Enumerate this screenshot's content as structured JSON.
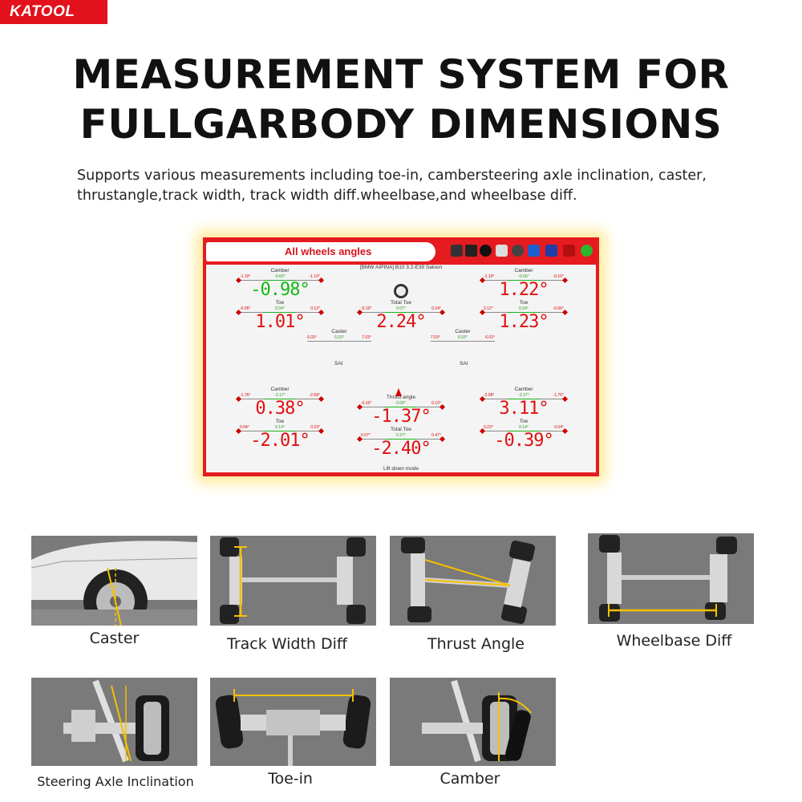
{
  "brand": {
    "name": "KATOOL",
    "color": "#e2111c"
  },
  "headline": {
    "line1": "MEASUREMENT SYSTEM FOR",
    "line2": "FULLGARBODY DIMENSIONS"
  },
  "subtext": {
    "line1": "Supports various measurements including toe-in, cambersteering axle inclination, caster,",
    "line2": "thrustangle,track width, track width diff.wheelbase,and wheelbase diff."
  },
  "screen": {
    "tab_title": "All wheels angles",
    "vehicle": "[BMW AIPINA] B10 3.2-E39 Saloon",
    "mode": "Lift down mode",
    "icons": [
      "steering-icon",
      "lift-icon",
      "wheel-icon",
      "sensor-icon",
      "steering-wheel-icon",
      "car-blue-icon",
      "car-side-icon",
      "car-red-icon",
      "check-icon"
    ],
    "front_left": {
      "camber_label": "Camber",
      "camber_min": "-1.10°",
      "camber_nom": "-0.60°",
      "camber_max": "-1.10°",
      "camber_value": "-0.98°",
      "toe_label": "Toe",
      "toe_min": "-0.05°",
      "toe_nom": "0.04°",
      "toe_max": "0.12°",
      "toe_value": "1.01°"
    },
    "front_center": {
      "label": "Total Toe",
      "min": "-0.10°",
      "nom": "0.07°",
      "max": "0.24°",
      "value": "2.24°"
    },
    "front_right": {
      "camber_label": "Camber",
      "camber_min": "-1.10°",
      "camber_nom": "-0.60°",
      "camber_max": "-0.10°",
      "camber_value": "1.22°",
      "toe_label": "Toe",
      "toe_min": "0.12°",
      "toe_nom": "0.04°",
      "toe_max": "-0.05°",
      "toe_value": "1.23°"
    },
    "caster_left": {
      "label": "Caster",
      "min": "6.03°",
      "nom": "6.53°",
      "max": "7.03°"
    },
    "caster_right": {
      "label": "Caster",
      "min": "7.03°",
      "nom": "6.53°",
      "max": "6.03°"
    },
    "sai_left": "SAI",
    "sai_right": "SAI",
    "rear_left": {
      "camber_label": "Camber",
      "camber_min": "-1.76°",
      "camber_nom": "-2.17°",
      "camber_max": "-2.58°",
      "camber_value": "0.38°",
      "toe_label": "Toe",
      "toe_min": "0.04°",
      "toe_nom": "0.14°",
      "toe_max": "0.23°",
      "toe_value": "-2.01°"
    },
    "rear_center": {
      "thrust_label": "Thrust angle",
      "thrust_min": "-0.10°",
      "thrust_nom": "0.00°",
      "thrust_max": "0.10°",
      "thrust_value": "-1.37°",
      "toe_label": "Total Toe",
      "toe_min": "0.07°",
      "toe_nom": "0.27°",
      "toe_max": "0.47°",
      "toe_value": "-2.40°"
    },
    "rear_right": {
      "camber_label": "Camber",
      "camber_min": "-2.58°",
      "camber_nom": "-2.17°",
      "camber_max": "-1.76°",
      "camber_value": "3.11°",
      "toe_label": "Toe",
      "toe_min": "0.23°",
      "toe_nom": "0.14°",
      "toe_max": "0.04°",
      "toe_value": "-0.39°"
    }
  },
  "tiles": [
    {
      "name": "caster",
      "label": "Caster"
    },
    {
      "name": "track-width-diff",
      "label": "Track Width Diff"
    },
    {
      "name": "thrust-angle",
      "label": "Thrust Angle"
    },
    {
      "name": "wheelbase-diff",
      "label": "Wheelbase Diff"
    },
    {
      "name": "steering-axle-inclination",
      "label": "Steering Axle Inclination"
    },
    {
      "name": "toe-in",
      "label": "Toe-in"
    },
    {
      "name": "camber",
      "label": "Camber"
    }
  ],
  "colors": {
    "accent": "#e51b20",
    "value_red": "#e01010",
    "value_green": "#14b814",
    "guide_yellow": "#f5c000"
  }
}
